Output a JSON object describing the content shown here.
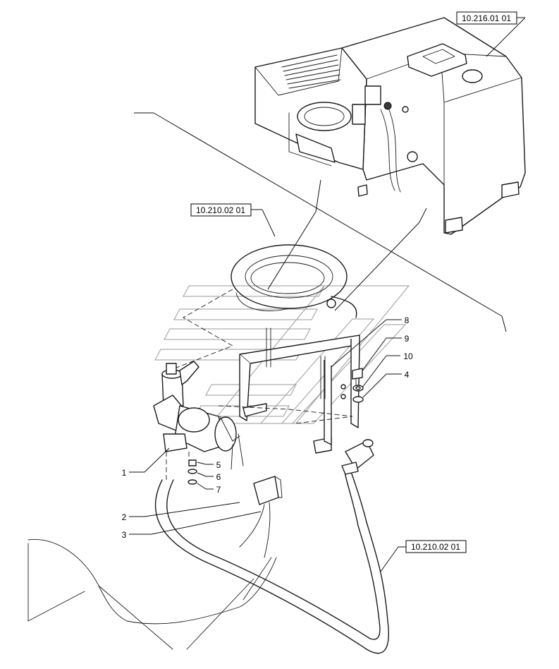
{
  "references": {
    "tank": "10.216.01 01",
    "hose_upper": "10.210.02  01",
    "hose_lower": "10.210.02  01"
  },
  "callouts": {
    "c1": "1",
    "c2": "2",
    "c3": "3",
    "c4": "4",
    "c5": "5",
    "c6": "6",
    "c7": "7",
    "c8": "8",
    "c9": "9",
    "c10": "10"
  }
}
